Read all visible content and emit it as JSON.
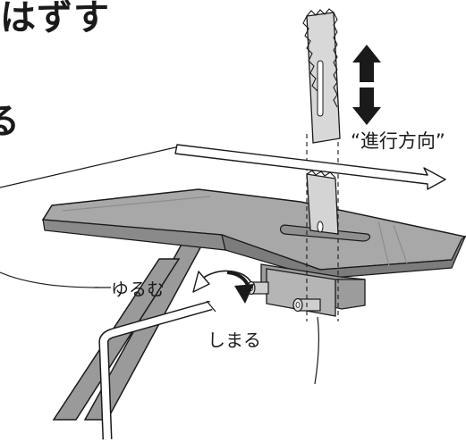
{
  "headings": {
    "top": "はずす",
    "middle": "る"
  },
  "labels": {
    "direction": "“進行方向”",
    "loosen": "ゆるむ",
    "tighten": "しまる"
  },
  "colors": {
    "line": "#1a1a1a",
    "table_top": "#a3a3a3",
    "table_edge": "#8a8a8a",
    "table_dark": "#777777",
    "blade": "#d6d6d6",
    "background": "#ffffff"
  },
  "icons": {
    "blade_motion": "up-down-arrow-icon",
    "feed_direction": "right-arrow-icon",
    "rotation": "curved-rotate-arrow-icon"
  }
}
